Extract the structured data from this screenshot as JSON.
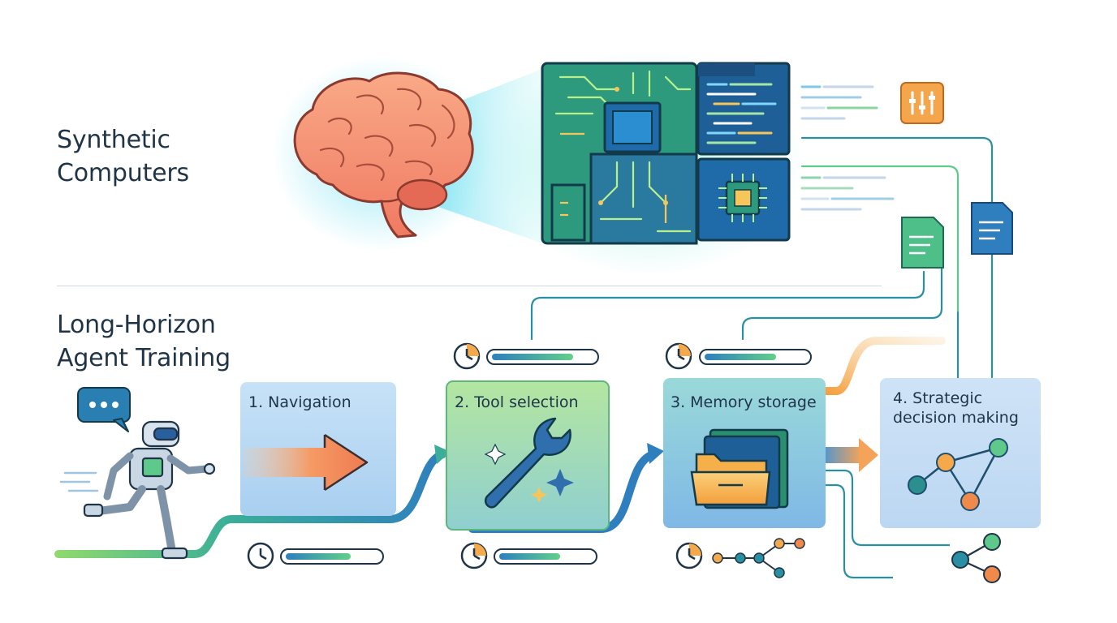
{
  "headings": {
    "top": [
      "Synthetic",
      "Computers"
    ],
    "bottom": [
      "Long-Horizon",
      "Agent Training"
    ]
  },
  "steps": [
    {
      "label_lines": [
        "1. Navigation"
      ],
      "icon": "arrow-icon",
      "color": "#e8f2fb"
    },
    {
      "label_lines": [
        "2. Tool selection"
      ],
      "icon": "wrench-icon",
      "color": "#a8dd9a"
    },
    {
      "label_lines": [
        "3. Memory storage"
      ],
      "icon": "folder-icon",
      "color": "#9fd3e4"
    },
    {
      "label_lines": [
        "4. Strategic",
        "decision making"
      ],
      "icon": "graph-icon",
      "color": "#cfe2f6"
    }
  ],
  "icons": [
    "brain-icon",
    "circuit-board-icon",
    "code-panel-icon",
    "equalizer-icon",
    "document-icon",
    "robot-icon",
    "chat-bubble-icon",
    "clock-icon",
    "progress-bar-icon",
    "sparkle-icon",
    "node-graph-icon"
  ],
  "colors": {
    "text": "#1f3446",
    "green": "#5ec98a",
    "teal": "#2a8fa3",
    "blue": "#2f7fbe",
    "orange": "#f49a3c",
    "board": "#1f6b84"
  }
}
